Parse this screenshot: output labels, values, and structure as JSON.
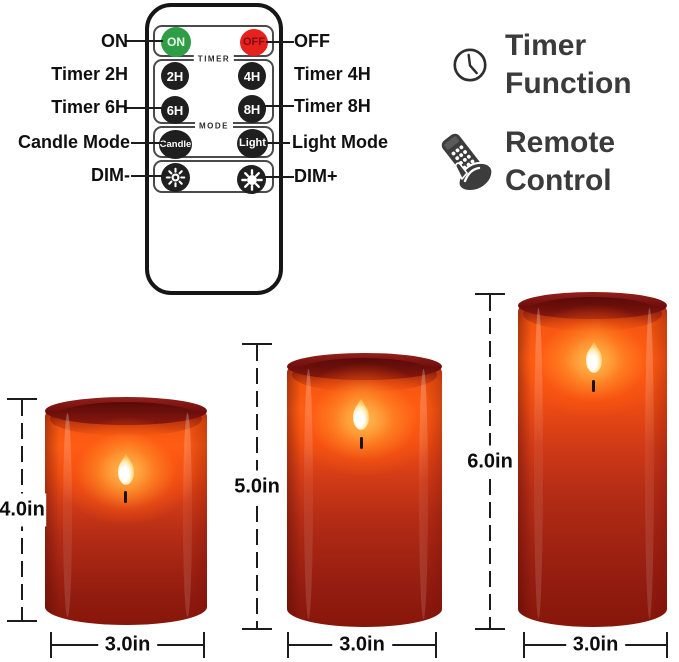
{
  "remote_panel": {
    "labels": {
      "on": "ON",
      "off": "OFF",
      "timer2": "Timer 2H",
      "timer4": "Timer 4H",
      "timer6": "Timer 6H",
      "timer8": "Timer 8H",
      "candle_mode": "Candle Mode",
      "light_mode": "Light Mode",
      "dim_minus": "DIM-",
      "dim_plus": "DIM+"
    },
    "buttons": {
      "on": "ON",
      "off": "OFF",
      "timer2": "2H",
      "timer4": "4H",
      "timer6": "6H",
      "timer8": "8H",
      "candle": "Candle",
      "light": "Light"
    },
    "sections": {
      "timer": "TIMER",
      "mode": "MODE"
    },
    "colors": {
      "on_button": "#2e9d45",
      "off_button": "#e7211d",
      "dark_button": "#1f1f1f"
    }
  },
  "features": {
    "timer_function": {
      "line1": "Timer",
      "line2": "Function",
      "icon": "clock-icon"
    },
    "remote_control": {
      "line1": "Remote",
      "line2": "Control",
      "icon": "remote-hand-icon"
    }
  },
  "candles": [
    {
      "name": "small candle",
      "height_label": "4.0in",
      "width_label": "3.0in"
    },
    {
      "name": "medium candle",
      "height_label": "5.0in",
      "width_label": "3.0in"
    },
    {
      "name": "large candle",
      "height_label": "6.0in",
      "width_label": "3.0in"
    }
  ],
  "palette": {
    "glass_rim": "#6e0d0c",
    "wax_glow": "#ff5d14",
    "body_mid": "#b02a16",
    "body_bottom": "#871609",
    "flame_core": "#ffffff",
    "flame_edge": "#ffa62e",
    "annotation_text": "#111111",
    "feature_text": "#3b3b3b"
  }
}
